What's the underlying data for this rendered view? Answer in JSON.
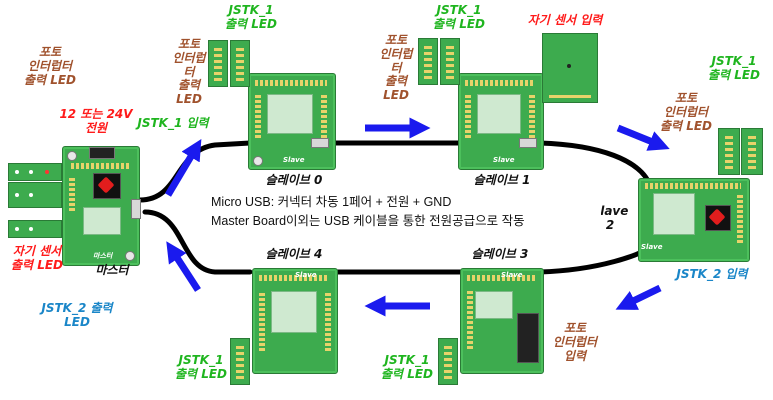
{
  "boards": {
    "master": {
      "label": "마스터",
      "board_label": "마스터"
    },
    "slave0": {
      "label": "슬레이브 0",
      "board_label": "Slave"
    },
    "slave1": {
      "label": "슬레이브 1",
      "board_label": "Slave"
    },
    "slave2": {
      "label": "Slave\n2",
      "board_label": "Slave"
    },
    "slave3": {
      "label": "슬레이브 3",
      "board_label": "Slave"
    },
    "slave4": {
      "label": "슬레이브 4",
      "board_label": "Slave"
    }
  },
  "annotations": {
    "master_photo_led": "포토\n인터럽터\n출력 LED",
    "power": "12 또는 24V\n전원",
    "jstk1_input": "JSTK_1 입력",
    "master_mag_led": "자기 센서\n출력 LED",
    "master_jstk2_led": "JSTK_2 출력\nLED",
    "s0_photo_led": "포토\n인터럽터\n출력 LED",
    "s0_jstk1_led": "JSTK_1\n출력 LED",
    "s1_photo_led": "포토\n인터럽터\n출력 LED",
    "s1_jstk1_led": "JSTK_1\n출력 LED",
    "mag_input": "자기 센서 입력",
    "s2_jstk1_led": "JSTK_1\n출력 LED",
    "s2_photo_led": "포토\n인터럽터\n출력 LED",
    "jstk2_input": "JSTK_2 입력",
    "s3_photo_input": "포토\n인터럽터\n입력",
    "s3_jstk1_led": "JSTK_1\n출력 LED",
    "s4_jstk1_led": "JSTK_1\n출력 LED"
  },
  "note": {
    "line1": "Micro USB: 커넥터 차동 1페어 + 전원 + GND",
    "line2": "Master Board이외는 USB 케이블을 통한 전원공급으로 작동"
  },
  "colors": {
    "pcb": "#3dab4e",
    "arrow": "#1a1aee",
    "cable": "#000000"
  }
}
